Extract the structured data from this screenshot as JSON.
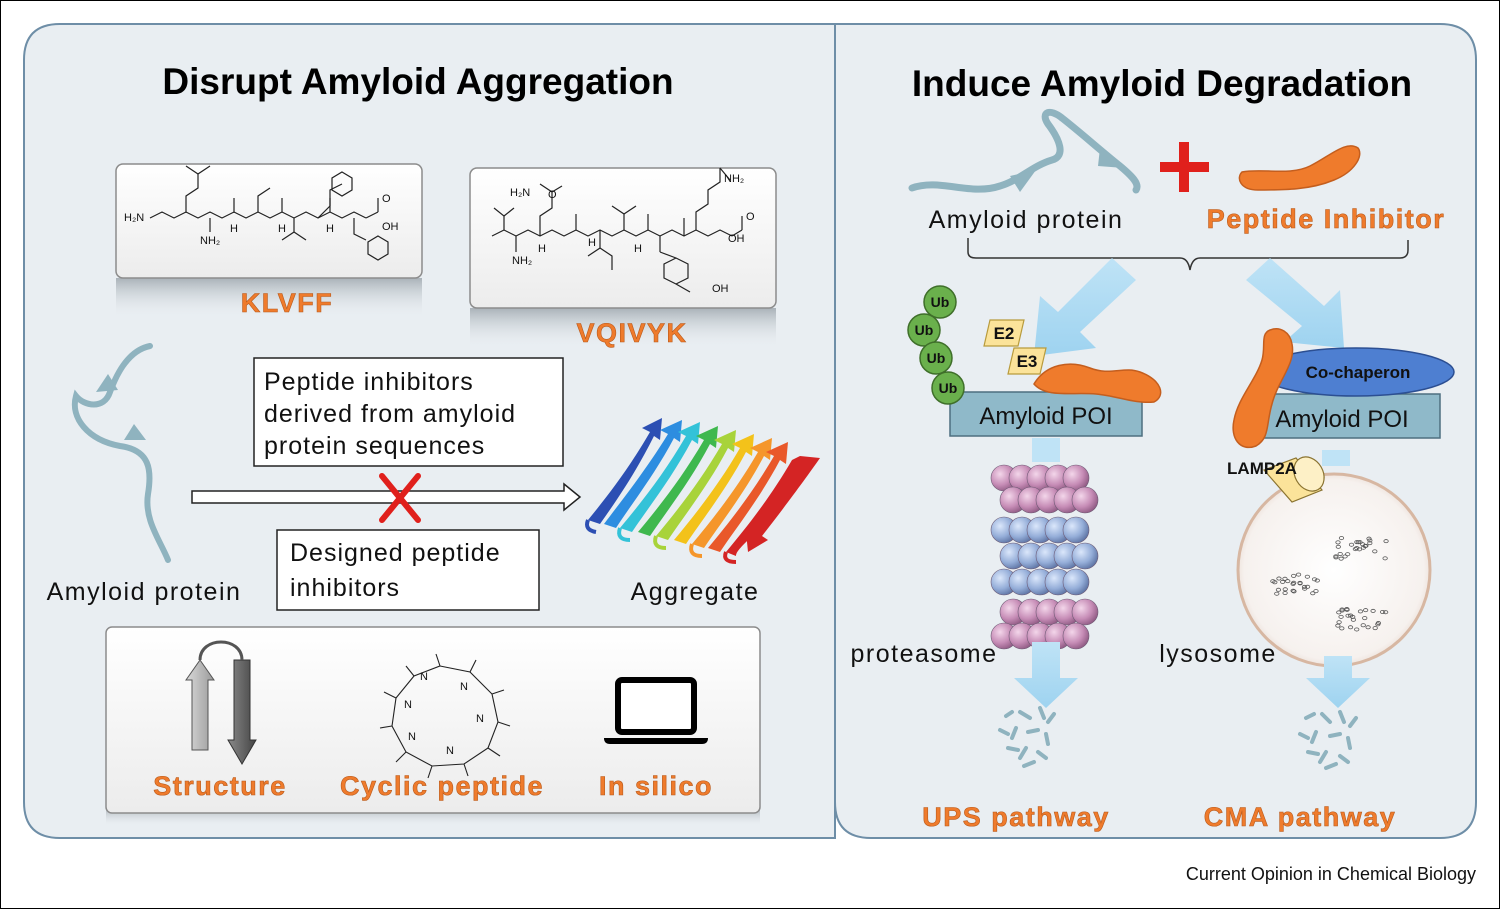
{
  "left_panel": {
    "title": "Disrupt Amyloid Aggregation",
    "peptide_1": "KLVFF",
    "peptide_2": "VQIVYK",
    "amyloid_label": "Amyloid  protein",
    "box_top": [
      "Peptide inhibitors",
      "derived from amyloid",
      "protein sequences"
    ],
    "box_bottom": [
      "Designed peptide",
      "inhibitors"
    ],
    "aggregate_label": "Aggregate",
    "strategies": [
      "Structure",
      "Cyclic  peptide",
      "In  silico"
    ]
  },
  "right_panel": {
    "title": "Induce Amyloid Degradation",
    "amyloid_label": "Amyloid  protein",
    "inhibitor_label": "Peptide  Inhibitor",
    "ub_labels": [
      "Ub",
      "Ub",
      "Ub",
      "Ub"
    ],
    "e2": "E2",
    "e3": "E3",
    "poi_left": "Amyloid POI",
    "poi_right": "Amyloid POI",
    "cochaperon": "Co-chaperon",
    "lamp2a": "LAMP2A",
    "proteasome": "proteasome",
    "lysosome": "lysosome",
    "ups": "UPS  pathway",
    "cma": "CMA  pathway"
  },
  "chem_text": {
    "h2n": "H₂N",
    "nh2": "NH₂",
    "h": "H",
    "n": "N",
    "o": "O",
    "oh": "OH"
  },
  "credit": "Current Opinion in Chemical Biology",
  "colors": {
    "panel_bg": "#e9eef2",
    "panel_border": "#6e8ea7",
    "accent_orange": "#ef7b2c",
    "strand_teal": "#8fb3bf",
    "arrow_blue": "#a8d8f0",
    "ub_green": "#6ab04c",
    "poi_blue": "#8fb9c9",
    "cochaperon_blue": "#4e7fd1",
    "cross_red": "#e0201c"
  }
}
